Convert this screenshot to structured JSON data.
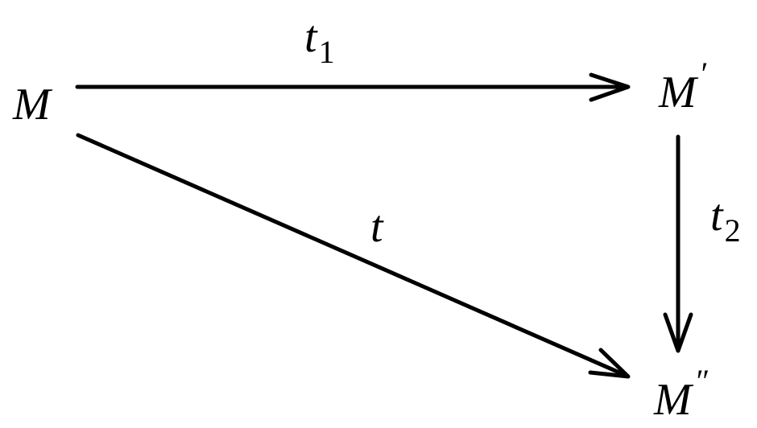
{
  "diagram": {
    "nodes": {
      "m": {
        "base": "M",
        "prime": ""
      },
      "m_prime": {
        "base": "M",
        "prime": "′"
      },
      "m_double_prime": {
        "base": "M",
        "prime": "″"
      }
    },
    "edges": {
      "t1": {
        "base": "t",
        "subscript": "1"
      },
      "t2": {
        "base": "t",
        "subscript": "2"
      },
      "t": {
        "base": "t",
        "subscript": ""
      }
    },
    "colors": {
      "stroke": "#000000",
      "background": "#ffffff"
    }
  }
}
